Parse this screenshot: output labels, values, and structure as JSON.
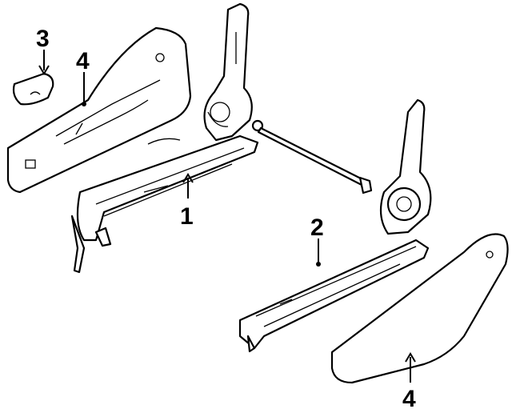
{
  "diagram": {
    "callouts": [
      {
        "id": "knob",
        "label": "3"
      },
      {
        "id": "cover-left",
        "label": "4"
      },
      {
        "id": "adjuster-left",
        "label": "1"
      },
      {
        "id": "adjuster-right",
        "label": "2"
      },
      {
        "id": "cover-right",
        "label": "4"
      }
    ]
  }
}
